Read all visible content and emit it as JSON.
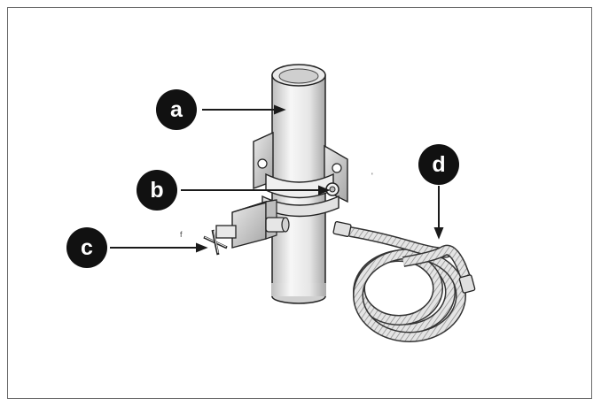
{
  "diagram": {
    "callouts": [
      {
        "id": "a",
        "label": "a"
      },
      {
        "id": "b",
        "label": "b"
      },
      {
        "id": "c",
        "label": "c"
      },
      {
        "id": "d",
        "label": "d"
      }
    ],
    "stray_marks": [
      "f",
      "'"
    ]
  },
  "colors": {
    "frame": "#6a6a6a",
    "callout_fill": "#111111",
    "callout_text": "#ffffff",
    "line": "#1a1a1a",
    "pipe_light": "#f2f2f2",
    "pipe_shade": "#c9c9c9"
  }
}
